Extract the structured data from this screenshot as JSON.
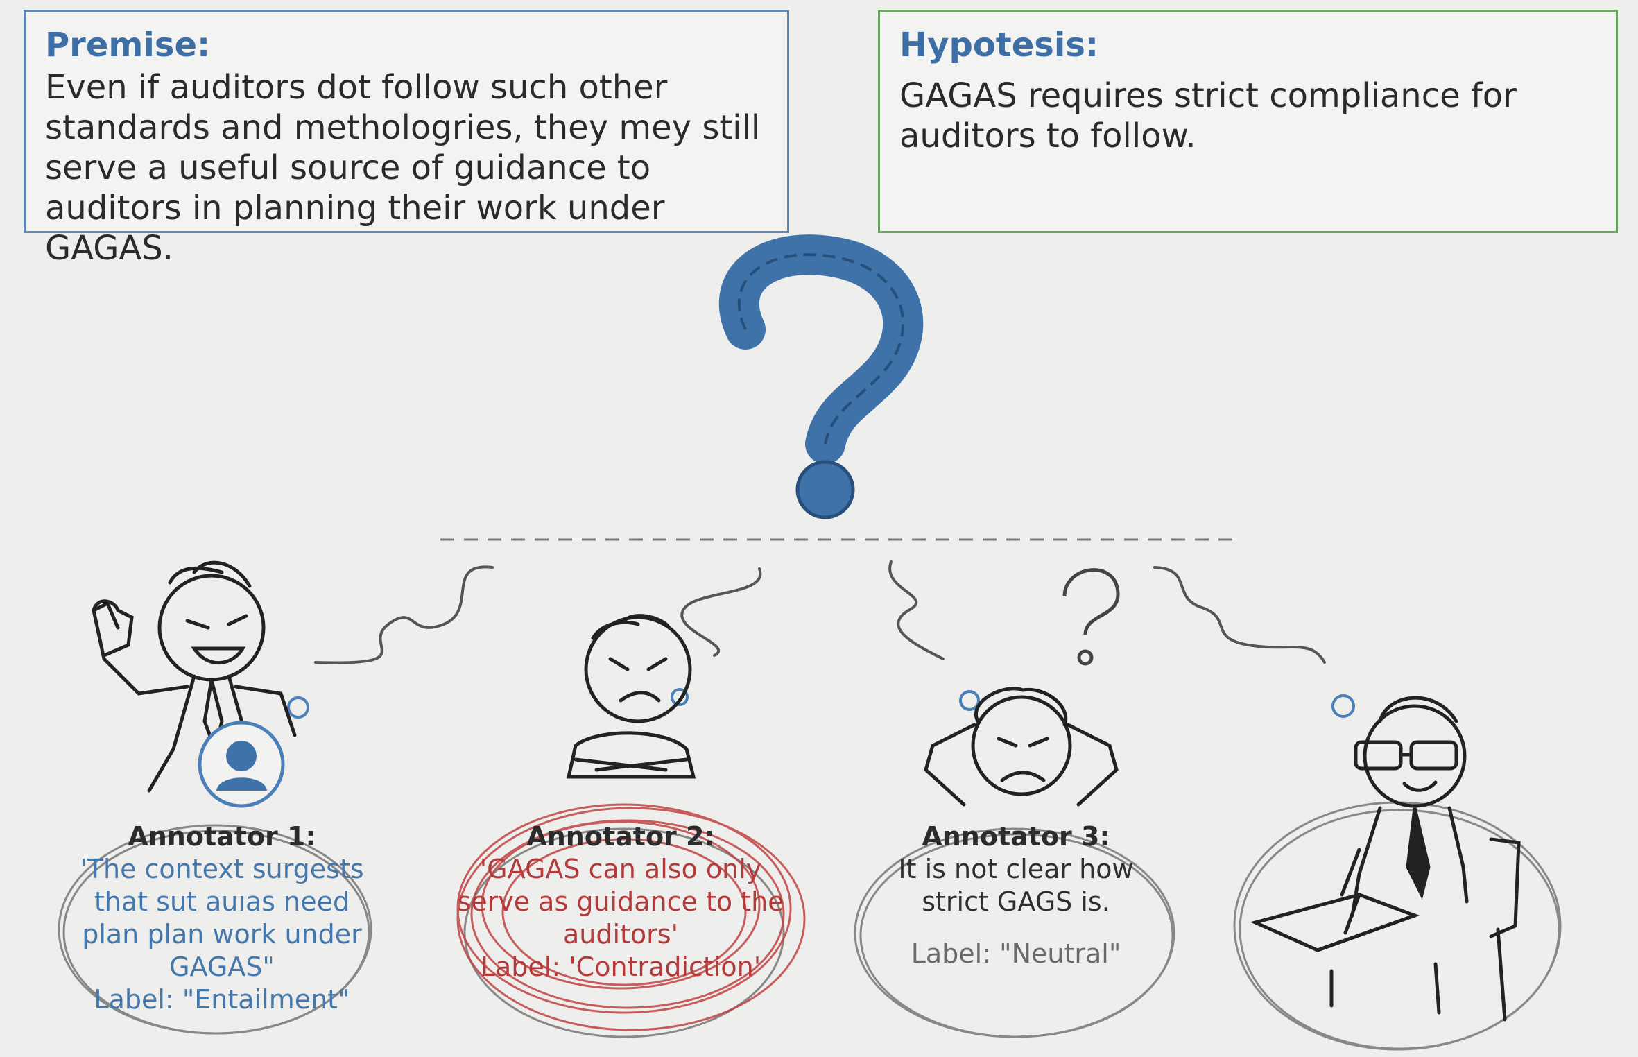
{
  "premise": {
    "title": "Premise:",
    "text": "Even if auditors dot follow such other standards and methologries, they mey still serve a useful source of guidance to auditors in planning their work under GAGAS."
  },
  "hypothesis": {
    "title": "Hypotesis:",
    "text": "GAGAS requires strict compliance for auditors to follow."
  },
  "annotators": [
    {
      "name": "Annotator 1:",
      "comment": "'The context surgests that sut auıas need plan plan work under GAGAS\"",
      "label": "Label: \"Entailment\""
    },
    {
      "name": "Annotator 2:",
      "comment": "'GAGAS can also only serve as guidance to the auditors'",
      "label": "Label: 'Contradiction'"
    },
    {
      "name": "Annotator 3:",
      "comment": "It is not clear how strict GAGS is.",
      "label": "Label: \"Neutral\""
    }
  ],
  "colors": {
    "premise_border": "#5f86b5",
    "hypothesis_border": "#6aa35f",
    "question_mark": "#3f72a8",
    "contradiction": "#b33a3a"
  }
}
